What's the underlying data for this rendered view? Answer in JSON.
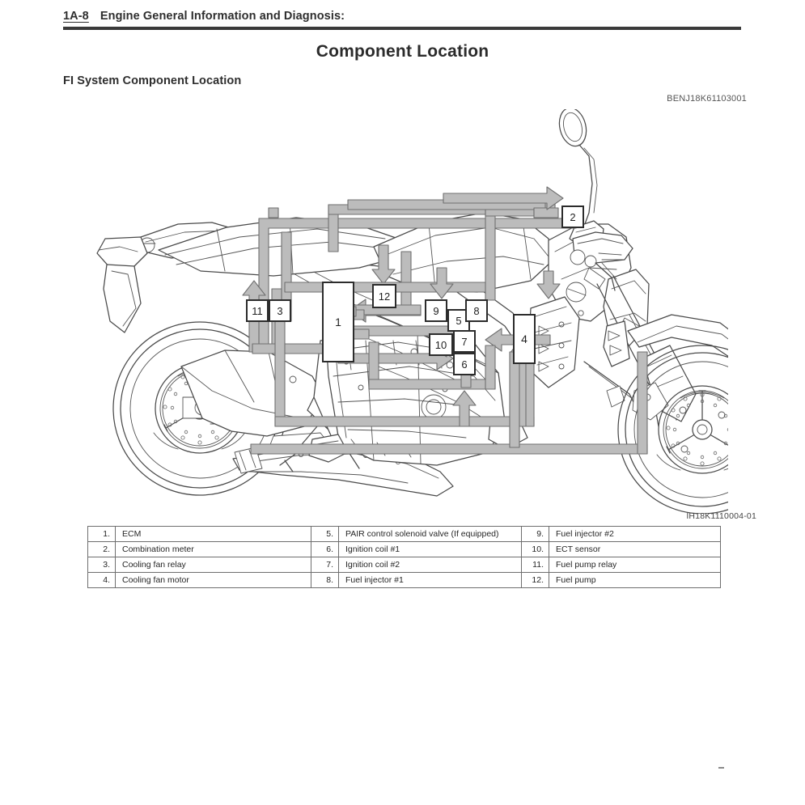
{
  "header": {
    "page_number": "1A-8",
    "chapter_title": "Engine General Information and Diagnosis:"
  },
  "titles": {
    "section": "Component Location",
    "subsection": "FI System Component Location"
  },
  "codes": {
    "document_code": "BENJ18K61103001",
    "figure_code": "IH18K1110004-01"
  },
  "figure": {
    "alt": "FI system component location diagram on motorcycle side view",
    "callouts": [
      {
        "id": "1",
        "label": "1"
      },
      {
        "id": "2",
        "label": "2"
      },
      {
        "id": "3",
        "label": "3"
      },
      {
        "id": "4",
        "label": "4"
      },
      {
        "id": "5",
        "label": "5"
      },
      {
        "id": "6",
        "label": "6"
      },
      {
        "id": "7",
        "label": "7"
      },
      {
        "id": "8",
        "label": "8"
      },
      {
        "id": "9",
        "label": "9"
      },
      {
        "id": "10",
        "label": "10"
      },
      {
        "id": "11",
        "label": "11"
      },
      {
        "id": "12",
        "label": "12"
      }
    ]
  },
  "component_table": {
    "rows": [
      {
        "a_num": "1.",
        "a_label": "ECM",
        "b_num": "5.",
        "b_label": "PAIR control solenoid valve (If equipped)",
        "c_num": "9.",
        "c_label": "Fuel injector #2"
      },
      {
        "a_num": "2.",
        "a_label": "Combination meter",
        "b_num": "6.",
        "b_label": "Ignition coil #1",
        "c_num": "10.",
        "c_label": "ECT sensor"
      },
      {
        "a_num": "3.",
        "a_label": "Cooling fan relay",
        "b_num": "7.",
        "b_label": "Ignition coil #2",
        "c_num": "11.",
        "c_label": "Fuel pump relay"
      },
      {
        "a_num": "4.",
        "a_label": "Cooling fan motor",
        "b_num": "8.",
        "b_label": "Fuel injector #1",
        "c_num": "12.",
        "c_label": "Fuel pump"
      }
    ]
  },
  "colors": {
    "text": "#2b2b2b",
    "rule": "#3a3a3a",
    "line_art": "#4a4a4a",
    "arrow_fill": "#b9b9b9",
    "arrow_stroke": "#6f6f6f",
    "callout_border": "#2c2c2c",
    "table_border": "#6e6e6e"
  }
}
